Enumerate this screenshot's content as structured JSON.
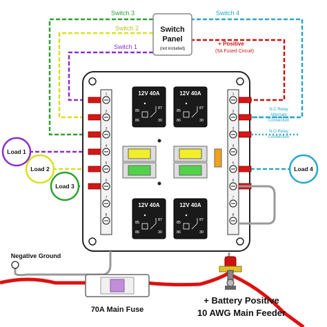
{
  "switch_panel": {
    "title_line1": "Switch",
    "title_line2": "Panel",
    "note": "(not included)"
  },
  "wires": {
    "switch3": "Switch 3",
    "switch4": "Switch 4",
    "switch2": "Switch 2",
    "switch1": "Switch 1",
    "positive": "+ Positive",
    "positive_note": "(5A Fused Circuit)"
  },
  "relay_notes": {
    "nc": [
      "N.C Relay",
      "Alternate",
      "Connection"
    ],
    "no": [
      "N.O Relay",
      "Connection"
    ]
  },
  "relays": [
    {
      "label": "12V 40A"
    },
    {
      "label": "12V 40A"
    },
    {
      "label": "12V 40A"
    },
    {
      "label": "12V 40A"
    }
  ],
  "relay_pins": {
    "p85": "85",
    "p87": "87",
    "p86": "86",
    "p30": "30"
  },
  "terminal_numbers": [
    "1",
    "2",
    "3",
    "4",
    "5",
    "6",
    "7",
    "8"
  ],
  "loads": [
    {
      "label": "Load 1"
    },
    {
      "label": "Load 2"
    },
    {
      "label": "Load 3"
    },
    {
      "label": "Load 4"
    }
  ],
  "ground_label": "Negative Ground",
  "fuse_label": "70A Main Fuse",
  "feeder": {
    "line1": "+ Battery Positive",
    "line2": "10 AWG Main Feeder"
  },
  "colors": {
    "switch1": "#8b2fc9",
    "switch2": "#d6e21a",
    "switch3": "#2da12d",
    "switch4": "#28a7c9",
    "positive": "#cc1111",
    "loads": [
      "#8b2fc9",
      "#d6e21a",
      "#2da12d",
      "#28a7c9"
    ]
  }
}
